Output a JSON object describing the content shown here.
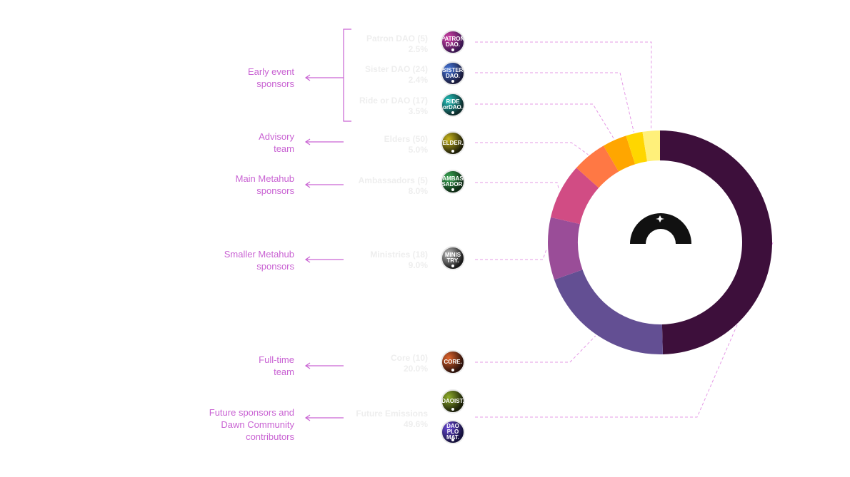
{
  "groups": [
    {
      "id": "early",
      "text": "Early event\nsponsors"
    },
    {
      "id": "advisory",
      "text": "Advisory\nteam"
    },
    {
      "id": "main",
      "text": "Main Metahub\nsponsors"
    },
    {
      "id": "smaller",
      "text": "Smaller Metahub\nsponsors"
    },
    {
      "id": "fulltime",
      "text": "Full-time\nteam"
    },
    {
      "id": "future",
      "text": "Future sponsors and\nDawn Community\ncontributors"
    }
  ],
  "badges": [
    {
      "text": "PATRON\nDAO.",
      "bg": "#3a1650",
      "accent": "#d640a8"
    },
    {
      "text": "SISTER\nDAO.",
      "bg": "#1a1a3a",
      "accent": "#4477dd"
    },
    {
      "text": "RIDE\norDAO.",
      "bg": "#0d2a2a",
      "accent": "#23c6c0"
    },
    {
      "text": "ELDER.",
      "bg": "#1e1e08",
      "accent": "#c8b61c"
    },
    {
      "text": "AMBAS\nSADOR.",
      "bg": "#0e2a14",
      "accent": "#3aaa55"
    },
    {
      "text": "MINIS\nTRY.",
      "bg": "#1a1a1a",
      "accent": "#bbbbbb"
    },
    {
      "text": "CORE.",
      "bg": "#2a100a",
      "accent": "#e0642c"
    },
    {
      "text": "DAOIST.",
      "bg": "#1a1e08",
      "accent": "#8fae2a"
    },
    {
      "text": "DAO\nPLO\nMAT.",
      "bg": "#14103a",
      "accent": "#6a4ad8"
    }
  ],
  "chart_data": {
    "type": "pie",
    "slices": [
      {
        "name": "Future Emissions",
        "count": "",
        "pct_label": "49.6%",
        "value": 49.6,
        "color": "#3d0f3b"
      },
      {
        "name": "Core",
        "count": "(10)",
        "pct_label": "20.0%",
        "value": 20.0,
        "color": "#634f93"
      },
      {
        "name": "Ministries",
        "count": "(18)",
        "pct_label": "9.0%",
        "value": 9.0,
        "color": "#9a4d98"
      },
      {
        "name": "Ambassadors",
        "count": "(5)",
        "pct_label": "8.0%",
        "value": 8.0,
        "color": "#d14c84"
      },
      {
        "name": "Elders",
        "count": "(50)",
        "pct_label": "5.0%",
        "value": 5.0,
        "color": "#ff7844"
      },
      {
        "name": "Ride or DAO",
        "count": "(17)",
        "pct_label": "3.5%",
        "value": 3.5,
        "color": "#ffa600"
      },
      {
        "name": "Sister DAO",
        "count": "(24)",
        "pct_label": "2.4%",
        "value": 2.4,
        "color": "#ffd600"
      },
      {
        "name": "Patron DAO",
        "count": "(5)",
        "pct_label": "2.5%",
        "value": 2.5,
        "color": "#fff07a"
      }
    ]
  }
}
